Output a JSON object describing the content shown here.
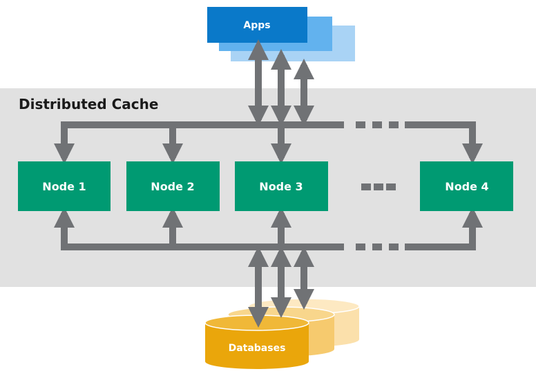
{
  "cache": {
    "title": "Distributed Cache"
  },
  "apps": {
    "label": "Apps"
  },
  "databases": {
    "label": "Databases"
  },
  "nodes": [
    {
      "label": "Node 1"
    },
    {
      "label": "Node 2"
    },
    {
      "label": "Node 3"
    },
    {
      "label": "Node 4"
    }
  ],
  "colors": {
    "band": "#e1e1e1",
    "node": "#009a72",
    "connector": "#707275",
    "apps_front": "#0a79c9",
    "apps_mid": "#62b2ee",
    "apps_back": "#a9d3f5",
    "db_front": "#eaa60b",
    "db_mid": "#f6ca6e",
    "db_back": "#fbe0ab"
  }
}
